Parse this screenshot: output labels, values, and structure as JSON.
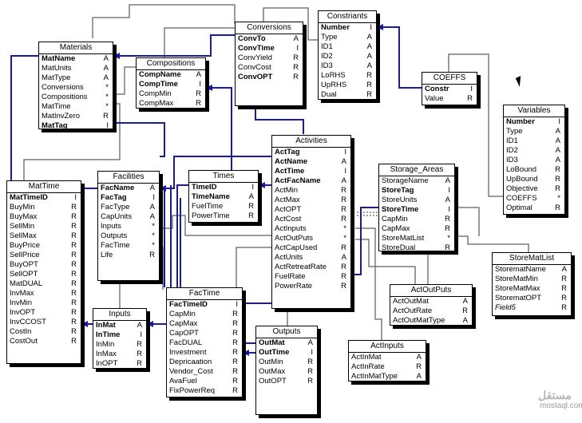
{
  "tables": {
    "materials": {
      "title": "Materials",
      "fields": [
        {
          "name": "MatName",
          "type": "A",
          "bold": true
        },
        {
          "name": "MatUnits",
          "type": "A"
        },
        {
          "name": "MatType",
          "type": "A"
        },
        {
          "name": "Conversions",
          "type": "*"
        },
        {
          "name": "Compositions",
          "type": "*"
        },
        {
          "name": "MatTime",
          "type": "*"
        },
        {
          "name": "MatInvZero",
          "type": "R"
        },
        {
          "name": "MatTag",
          "type": "I",
          "bold": true
        }
      ]
    },
    "compositions": {
      "title": "Compositions",
      "fields": [
        {
          "name": "CompName",
          "type": "A",
          "bold": true
        },
        {
          "name": "CompTime",
          "type": "I",
          "bold": true
        },
        {
          "name": "CompMin",
          "type": "R"
        },
        {
          "name": "CompMax",
          "type": "R"
        }
      ]
    },
    "conversions": {
      "title": "Conversions",
      "fields": [
        {
          "name": "ConvTo",
          "type": "A",
          "bold": true
        },
        {
          "name": "ConvTime",
          "type": "I",
          "bold": true
        },
        {
          "name": "ConvYield",
          "type": "R"
        },
        {
          "name": "ConvCost",
          "type": "R"
        },
        {
          "name": "ConvOPT",
          "type": "R",
          "bold": true
        }
      ]
    },
    "constriants": {
      "title": "Constriants",
      "fields": [
        {
          "name": "Number",
          "type": "I",
          "bold": true
        },
        {
          "name": "Type",
          "type": "A"
        },
        {
          "name": "ID1",
          "type": "A"
        },
        {
          "name": "ID2",
          "type": "A"
        },
        {
          "name": "ID3",
          "type": "A"
        },
        {
          "name": "LoRHS",
          "type": "R"
        },
        {
          "name": "UpRHS",
          "type": "R"
        },
        {
          "name": "Dual",
          "type": "R"
        }
      ]
    },
    "coeffs": {
      "title": "COEFFS",
      "fields": [
        {
          "name": "Constr",
          "type": "I",
          "bold": true
        },
        {
          "name": "Value",
          "type": "R"
        }
      ]
    },
    "variables": {
      "title": "Variables",
      "fields": [
        {
          "name": "Number",
          "type": "I",
          "bold": true
        },
        {
          "name": "Type",
          "type": "A"
        },
        {
          "name": "ID1",
          "type": "A"
        },
        {
          "name": "ID2",
          "type": "A"
        },
        {
          "name": "ID3",
          "type": "A"
        },
        {
          "name": "LoBound",
          "type": "R"
        },
        {
          "name": "UpBound",
          "type": "R"
        },
        {
          "name": "Objective",
          "type": "R"
        },
        {
          "name": "COEFFS",
          "type": "*"
        },
        {
          "name": "Optimal",
          "type": "R"
        }
      ]
    },
    "mattime": {
      "title": "MatTime",
      "fields": [
        {
          "name": "MatTimeID",
          "type": "I",
          "bold": true
        },
        {
          "name": "BuyMin",
          "type": "R"
        },
        {
          "name": "BuyMax",
          "type": "R"
        },
        {
          "name": "SellMin",
          "type": "R"
        },
        {
          "name": "SellMax",
          "type": "R"
        },
        {
          "name": "BuyPrice",
          "type": "R"
        },
        {
          "name": "SellPrice",
          "type": "R"
        },
        {
          "name": "BuyOPT",
          "type": "R"
        },
        {
          "name": "SellOPT",
          "type": "R"
        },
        {
          "name": "MatDUAL",
          "type": "R"
        },
        {
          "name": "InvMax",
          "type": "R"
        },
        {
          "name": "InvMin",
          "type": "R"
        },
        {
          "name": "InvOPT",
          "type": "R"
        },
        {
          "name": "InvCCOST",
          "type": "R"
        },
        {
          "name": "CostIn",
          "type": "R"
        },
        {
          "name": "CostOut",
          "type": "R"
        }
      ]
    },
    "facilities": {
      "title": "Facilities",
      "fields": [
        {
          "name": "FacName",
          "type": "A",
          "bold": true
        },
        {
          "name": "FacTag",
          "type": "I",
          "bold": true
        },
        {
          "name": "FacType",
          "type": "A"
        },
        {
          "name": "CapUnits",
          "type": "A"
        },
        {
          "name": "Inputs",
          "type": "*"
        },
        {
          "name": "Outputs",
          "type": "*"
        },
        {
          "name": "FacTime",
          "type": "*"
        },
        {
          "name": "Life",
          "type": "R"
        }
      ]
    },
    "times": {
      "title": "Times",
      "fields": [
        {
          "name": "TimeID",
          "type": "I",
          "bold": true
        },
        {
          "name": "TimeName",
          "type": "A",
          "bold": true
        },
        {
          "name": "FuelTime",
          "type": "R"
        },
        {
          "name": "PowerTime",
          "type": "R"
        }
      ]
    },
    "activities": {
      "title": "Activities",
      "fields": [
        {
          "name": "ActTag",
          "type": "I",
          "bold": true
        },
        {
          "name": "ActName",
          "type": "A",
          "bold": true
        },
        {
          "name": "ActTime",
          "type": "I",
          "bold": true
        },
        {
          "name": "ActFacName",
          "type": "A",
          "bold": true
        },
        {
          "name": "ActMin",
          "type": "R"
        },
        {
          "name": "ActMax",
          "type": "R"
        },
        {
          "name": "ActOPT",
          "type": "R"
        },
        {
          "name": "ActCost",
          "type": "R"
        },
        {
          "name": "ActInputs",
          "type": "*"
        },
        {
          "name": "ActOutPuts",
          "type": "*"
        },
        {
          "name": "ActCapUsed",
          "type": "R"
        },
        {
          "name": "ActUnits",
          "type": "A"
        },
        {
          "name": "ActRetreatRate",
          "type": "R"
        },
        {
          "name": "FuelRate",
          "type": "R"
        },
        {
          "name": "PowerRate",
          "type": "R"
        }
      ]
    },
    "storage_areas": {
      "title": "Storage_Areas",
      "fields": [
        {
          "name": "StorageName",
          "type": "A"
        },
        {
          "name": "StoreTag",
          "type": "I",
          "bold": true
        },
        {
          "name": "StoreUnits",
          "type": "A"
        },
        {
          "name": "StoreTime",
          "type": "I",
          "bold": true
        },
        {
          "name": "CapMin",
          "type": "R"
        },
        {
          "name": "CapMax",
          "type": "R"
        },
        {
          "name": "StoreMatList",
          "type": "*"
        },
        {
          "name": "StoreDual",
          "type": "R"
        }
      ]
    },
    "storematlist": {
      "title": "StoreMatList",
      "fields": [
        {
          "name": "StorematName",
          "type": "A"
        },
        {
          "name": "StoreMatMin",
          "type": "R"
        },
        {
          "name": "StoreMatMax",
          "type": "R"
        },
        {
          "name": "StorematOPT",
          "type": "R"
        },
        {
          "name": "Field5",
          "type": "R",
          "italic": true
        }
      ]
    },
    "actoutputs": {
      "title": "ActOutPuts",
      "fields": [
        {
          "name": "ActOutMat",
          "type": "A"
        },
        {
          "name": "ActOutRate",
          "type": "R"
        },
        {
          "name": "ActOutMatType",
          "type": "A"
        }
      ]
    },
    "actinputs": {
      "title": "ActInputs",
      "fields": [
        {
          "name": "ActInMat",
          "type": "A"
        },
        {
          "name": "ActInRate",
          "type": "R"
        },
        {
          "name": "ActInMatType",
          "type": "A"
        }
      ]
    },
    "inputs": {
      "title": "Inputs",
      "fields": [
        {
          "name": "InMat",
          "type": "A",
          "bold": true
        },
        {
          "name": "InTime",
          "type": "I",
          "bold": true
        },
        {
          "name": "InMin",
          "type": "R"
        },
        {
          "name": "InMax",
          "type": "R"
        },
        {
          "name": "InOPT",
          "type": "R"
        }
      ]
    },
    "factime": {
      "title": "FacTime",
      "fields": [
        {
          "name": "FacTimeID",
          "type": "I",
          "bold": true
        },
        {
          "name": "CapMin",
          "type": "R"
        },
        {
          "name": "CapMax",
          "type": "R"
        },
        {
          "name": "CapOPT",
          "type": "R"
        },
        {
          "name": "FacDUAL",
          "type": "R"
        },
        {
          "name": "Investment",
          "type": "R"
        },
        {
          "name": "Depricaation",
          "type": "R"
        },
        {
          "name": "Vendor_Cost",
          "type": "R"
        },
        {
          "name": "AvaFuel",
          "type": "R"
        },
        {
          "name": "FixPowerReq",
          "type": "R"
        }
      ]
    },
    "outputs": {
      "title": "Outputs",
      "fields": [
        {
          "name": "OutMat",
          "type": "A",
          "bold": true
        },
        {
          "name": "OutTime",
          "type": "I",
          "bold": true
        },
        {
          "name": "OutMin",
          "type": "R"
        },
        {
          "name": "OutMax",
          "type": "R"
        },
        {
          "name": "OutOPT",
          "type": "R"
        }
      ]
    }
  },
  "watermark": {
    "text": "mostaql.com",
    "arabic": "مستقل"
  },
  "colors": {
    "link_blue": "#1a1aa6",
    "link_gray": "#7a7a7a",
    "border": "#000000",
    "background": "#ffffff"
  }
}
